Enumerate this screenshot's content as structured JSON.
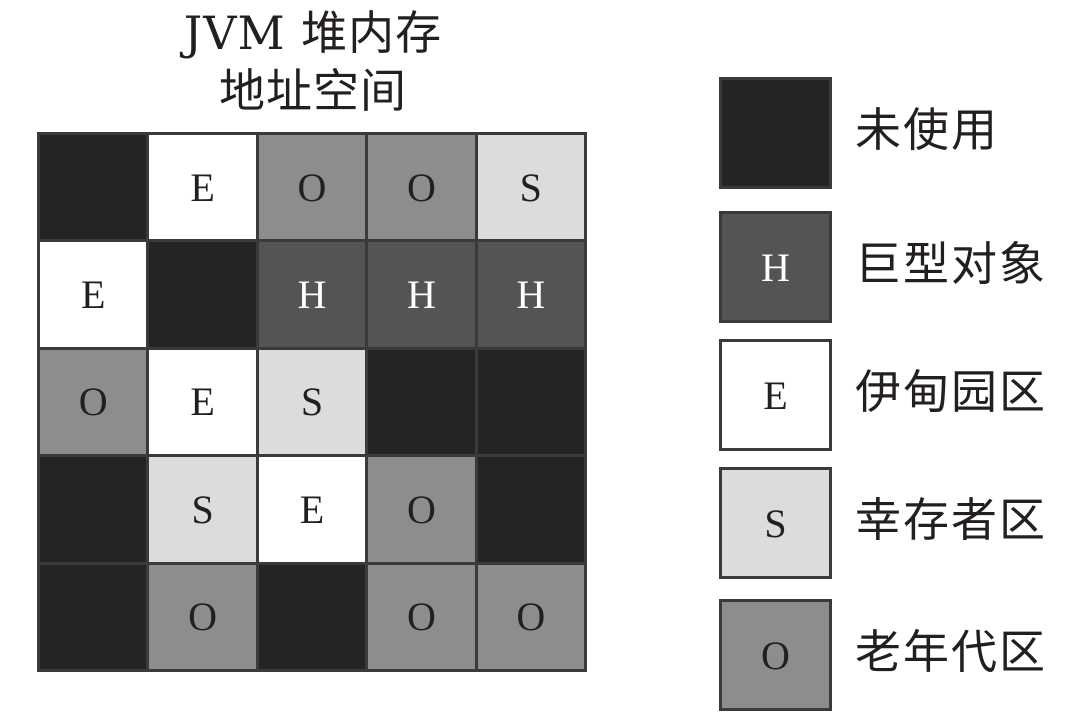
{
  "title": {
    "line1": "JVM 堆内存",
    "line2": "地址空间"
  },
  "colors": {
    "unused": "#262324",
    "humongous": "#555354",
    "eden": "#ffffff",
    "survivor": "#dcdcdc",
    "old": "#8e8d8d",
    "border": "#3a3a3a"
  },
  "grid": [
    [
      {
        "type": "unused",
        "label": ""
      },
      {
        "type": "E",
        "label": "E"
      },
      {
        "type": "O",
        "label": "O"
      },
      {
        "type": "O",
        "label": "O"
      },
      {
        "type": "S",
        "label": "S"
      }
    ],
    [
      {
        "type": "E",
        "label": "E"
      },
      {
        "type": "unused",
        "label": ""
      },
      {
        "type": "H",
        "label": "H"
      },
      {
        "type": "H",
        "label": "H"
      },
      {
        "type": "H",
        "label": "H"
      }
    ],
    [
      {
        "type": "O",
        "label": "O"
      },
      {
        "type": "E",
        "label": "E"
      },
      {
        "type": "S",
        "label": "S"
      },
      {
        "type": "unused",
        "label": ""
      },
      {
        "type": "unused",
        "label": ""
      }
    ],
    [
      {
        "type": "unused",
        "label": ""
      },
      {
        "type": "S",
        "label": "S"
      },
      {
        "type": "E",
        "label": "E"
      },
      {
        "type": "O",
        "label": "O"
      },
      {
        "type": "unused",
        "label": ""
      }
    ],
    [
      {
        "type": "unused",
        "label": ""
      },
      {
        "type": "O",
        "label": "O"
      },
      {
        "type": "unused",
        "label": ""
      },
      {
        "type": "O",
        "label": "O"
      },
      {
        "type": "O",
        "label": "O"
      }
    ]
  ],
  "legend": [
    {
      "type": "unused",
      "symbol": "",
      "label": "未使用"
    },
    {
      "type": "H",
      "symbol": "H",
      "label": "巨型对象"
    },
    {
      "type": "E",
      "symbol": "E",
      "label": "伊甸园区"
    },
    {
      "type": "S",
      "symbol": "S",
      "label": "幸存者区"
    },
    {
      "type": "O",
      "symbol": "O",
      "label": "老年代区"
    }
  ]
}
